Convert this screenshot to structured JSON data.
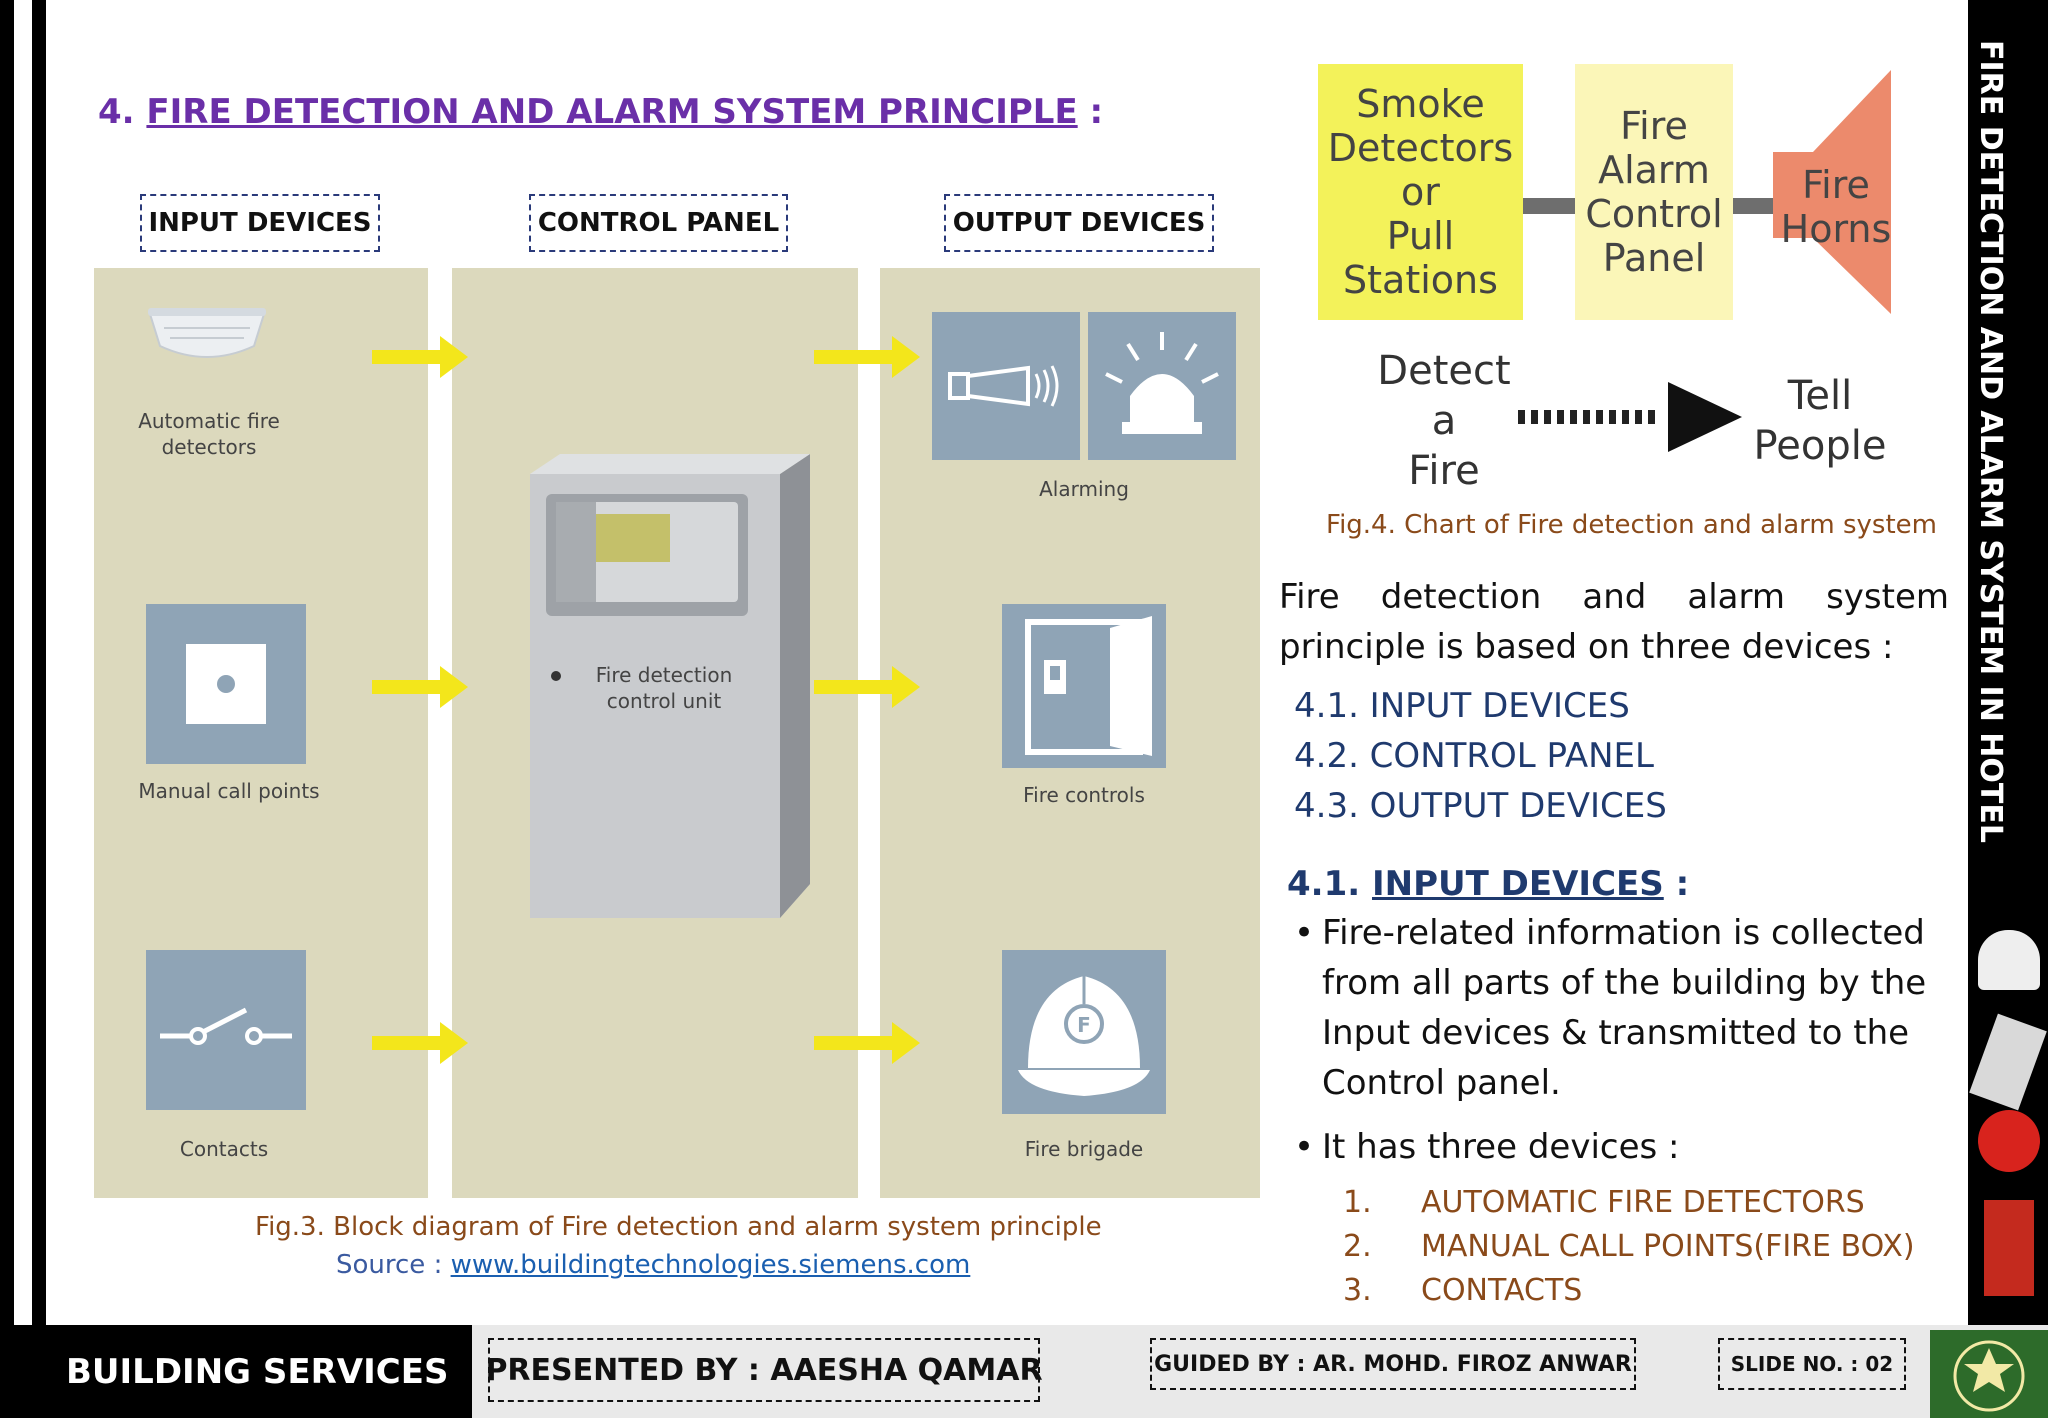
{
  "title": {
    "number": "4.",
    "text": "FIRE DETECTION AND ALARM SYSTEM PRINCIPLE",
    "suffix": ":"
  },
  "diagram": {
    "labels": {
      "input": "INPUT DEVICES",
      "control": "CONTROL PANEL",
      "output": "OUTPUT DEVICES"
    },
    "inputs": [
      "Automatic fire\ndetectors",
      "Manual call points",
      "Contacts"
    ],
    "control_unit": "Fire detection\ncontrol unit",
    "outputs": [
      "Alarming",
      "Fire controls",
      "Fire brigade"
    ],
    "caption": "Fig.3. Block diagram of  Fire detection and alarm system principle",
    "source_label": "Source : ",
    "source_link": "www.buildingtechnologies.siemens.com"
  },
  "chart": {
    "boxes": [
      "Smoke\nDetectors\nor\nPull\nStations",
      "Fire\nAlarm\nControl\nPanel",
      "Fire\nHorns"
    ],
    "detect": "Detect\na\nFire",
    "tell": "Tell\nPeople",
    "caption": "Fig.4. Chart of Fire detection and alarm system",
    "colors": {
      "yellow": "#f3f25a",
      "pale": "#fbf6b8",
      "horn": "#ec8a6c"
    }
  },
  "intro": "Fire detection and alarm system principle is based on three devices :",
  "toc": [
    "4.1. INPUT DEVICES",
    "4.2. CONTROL PANEL",
    "4.3. OUTPUT DEVICES"
  ],
  "section": {
    "number": "4.1.",
    "title": "INPUT DEVICES",
    "suffix": ":"
  },
  "bullets": [
    "Fire-related information is collected from all parts of the building by the Input devices &  transmitted to  the Control panel.",
    "It has three devices :"
  ],
  "devices": [
    {
      "num": "1.",
      "name": "AUTOMATIC FIRE DETECTORS"
    },
    {
      "num": "2.",
      "name": "MANUAL CALL POINTS(FIRE BOX)"
    },
    {
      "num": "3.",
      "name": "CONTACTS"
    }
  ],
  "side_title": "FIRE DETECTION AND ALARM  SYSTEM IN HOTEL",
  "footer": {
    "course": "BUILDING SERVICES",
    "presented": "PRESENTED BY : AAESHA QAMAR",
    "guided": "GUIDED BY : AR. MOHD. FIROZ ANWAR",
    "slide": "SLIDE NO. : 02"
  }
}
